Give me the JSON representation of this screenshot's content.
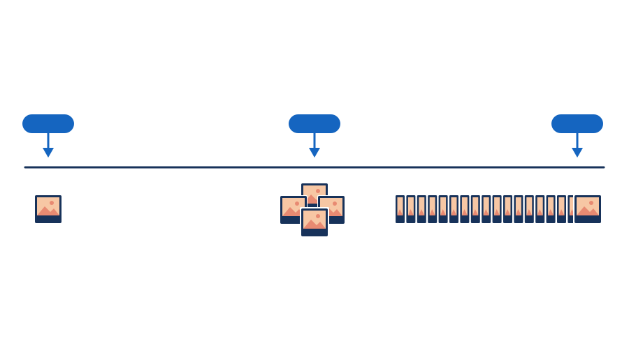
{
  "colors": {
    "timeline": "#17325a",
    "marker": "#1565c0",
    "photo_frame": "#17325a",
    "photo_sky": "#f7c7a4",
    "photo_mountain": "#e88a72",
    "photo_sun": "#e88a72",
    "photo_ground": "#17325a",
    "background": "#ffffff"
  },
  "markers": [
    {
      "id": "marker-start",
      "label": ""
    },
    {
      "id": "marker-middle",
      "label": ""
    },
    {
      "id": "marker-end",
      "label": ""
    }
  ],
  "groups": [
    {
      "id": "photo-group-single",
      "arrangement": "single",
      "count": 1
    },
    {
      "id": "photo-group-cluster",
      "arrangement": "cluster",
      "count": 4
    },
    {
      "id": "photo-group-strip",
      "arrangement": "strip",
      "count": 18
    }
  ],
  "icons": {
    "photo": "photo-icon",
    "marker": "pin-arrow-icon"
  }
}
